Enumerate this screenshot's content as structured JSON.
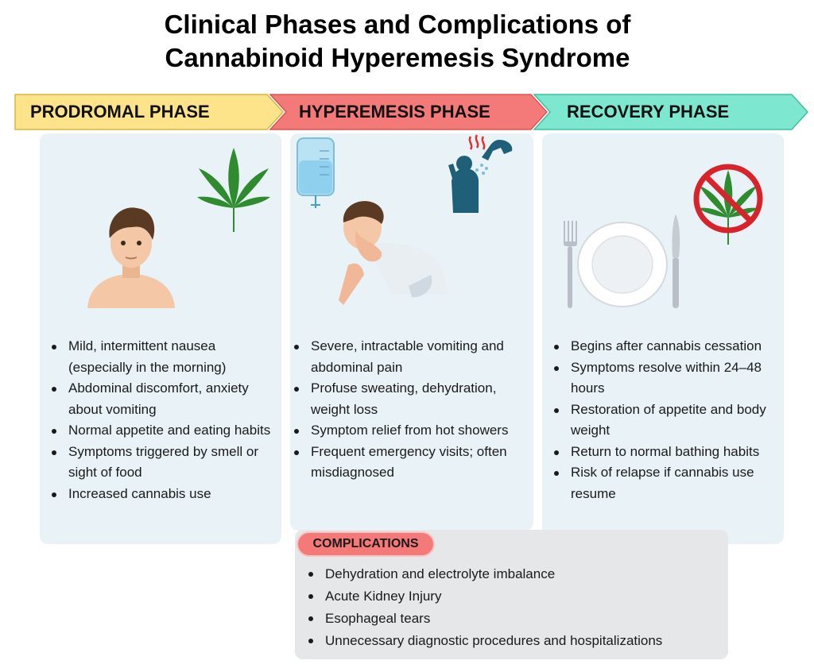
{
  "title": {
    "line1": "Clinical Phases and Complications of",
    "line2": "Cannabinoid Hyperemesis Syndrome"
  },
  "phases": [
    {
      "label": "PRODROMAL PHASE",
      "color": "#fde48a",
      "illustrations": [
        "person-icon",
        "cannabis-leaf-icon"
      ],
      "bullets": [
        "Mild, intermittent nausea (especially in the morning)",
        "Abdominal discomfort, anxiety about vomiting",
        "Normal appetite and eating habits",
        "Symptoms triggered by smell or sight of food",
        "Increased cannabis use"
      ]
    },
    {
      "label": "HYPEREMESIS PHASE",
      "color": "#f47a7a",
      "illustrations": [
        "iv-bag-icon",
        "hot-shower-icon",
        "vomiting-person-icon"
      ],
      "bullets": [
        "Severe, intractable vomiting and abdominal pain",
        "Profuse sweating, dehydration, weight loss",
        "Symptom relief from hot showers",
        " Frequent emergency visits; often misdiagnosed"
      ]
    },
    {
      "label": "RECOVERY PHASE",
      "color": "#7de8cf",
      "illustrations": [
        "fork-icon",
        "plate-icon",
        "knife-icon",
        "no-cannabis-icon"
      ],
      "bullets": [
        "Begins after cannabis cessation",
        "Symptoms resolve within 24–48 hours",
        "Restoration of appetite and body weight",
        "Return to normal bathing habits",
        "Risk of relapse if cannabis use resume"
      ]
    }
  ],
  "complications": {
    "label": "COMPLICATIONS",
    "color": "#f47a7a",
    "bullets": [
      " Dehydration and electrolyte imbalance",
      "Acute Kidney Injury",
      "Esophageal tears",
      "Unnecessary diagnostic procedures and hospitalizations"
    ]
  },
  "colors": {
    "panel": "#e8f2f7",
    "complications_box": "#e6e7e8",
    "leaf": "#2e8b2e",
    "ban": "#d9232a",
    "iv_bag": "#b9e3f5",
    "shower": "#1f5f78"
  }
}
